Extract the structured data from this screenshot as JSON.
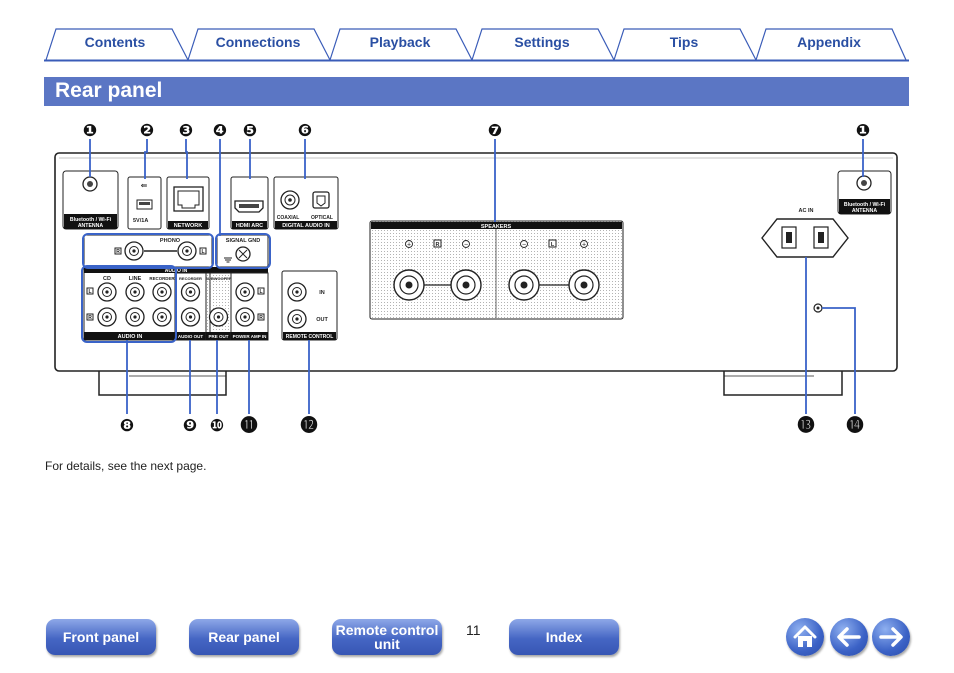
{
  "tabs": [
    "Contents",
    "Connections",
    "Playback",
    "Settings",
    "Tips",
    "Appendix"
  ],
  "page_title": "Rear panel",
  "diagram": {
    "callouts": [
      "❶",
      "❷",
      "❸",
      "❹",
      "❺",
      "❻",
      "❼",
      "❶",
      "❽",
      "❾",
      "❿",
      "⓫",
      "⓬",
      "⓭",
      "⓮"
    ],
    "labels": {
      "antenna_left_1": "Bluetooth / Wi-Fi",
      "antenna_left_2": "ANTENNA",
      "usb_label": "5V/1A",
      "network": "NETWORK",
      "hdmi": "HDMI ARC",
      "coaxial": "COAXIAL",
      "optical": "OPTICAL",
      "digital_audio_in": "DIGITAL AUDIO IN",
      "speakers": "SPEAKERS",
      "antenna_right_1": "Bluetooth / Wi-Fi",
      "antenna_right_2": "ANTENNA",
      "ac_in": "AC IN",
      "phono": "PHONO",
      "signal_gnd": "SIGNAL GND",
      "audio_in_top": "AUDIO IN",
      "cd": "CD",
      "line": "LINE",
      "recorder": "RECORDER",
      "recorder_out": "RECORDER",
      "subwoofer": "SUBWOOFER",
      "audio_in_bottom": "AUDIO IN",
      "audio_out": "AUDIO OUT",
      "pre_out": "PRE OUT",
      "power_amp_in": "POWER AMP IN",
      "rc_in": "IN",
      "rc_out": "OUT",
      "remote_control": "REMOTE CONTROL",
      "ch_l": "L",
      "ch_r": "R"
    }
  },
  "note": "For details, see the next page.",
  "nav": {
    "front_panel": "Front panel",
    "rear_panel": "Rear panel",
    "remote_line1": "Remote control",
    "remote_line2": "unit",
    "index": "Index",
    "page_number": "11"
  },
  "icons": {
    "home": "home-icon",
    "back": "arrow-left-icon",
    "forward": "arrow-right-icon"
  },
  "colors": {
    "accent": "#2a4fa3",
    "title_bar": "#5b76c4",
    "callout_line": "#3a63c8"
  }
}
